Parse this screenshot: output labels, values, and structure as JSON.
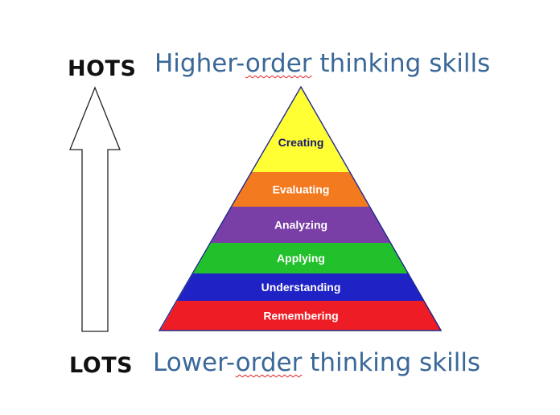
{
  "top_label": "HOTS",
  "bottom_label": "LOTS",
  "top_heading": {
    "first": "Higher-",
    "underlined": "order",
    "rest": " thinking skills"
  },
  "bottom_heading": {
    "first": "Lower-",
    "underlined": "order",
    "rest": " thinking skills"
  },
  "pyramid_levels": [
    {
      "label": "Creating",
      "color": "#ffff33",
      "text_color": "#1a1a6e"
    },
    {
      "label": "Evaluating",
      "color": "#f47a20",
      "text_color": "#ffffff"
    },
    {
      "label": "Analyzing",
      "color": "#7a3fa6",
      "text_color": "#ffffff"
    },
    {
      "label": "Applying",
      "color": "#22c02a",
      "text_color": "#ffffff"
    },
    {
      "label": "Understanding",
      "color": "#1f22c4",
      "text_color": "#ffffff"
    },
    {
      "label": "Remembering",
      "color": "#ee1c25",
      "text_color": "#ffffff"
    }
  ],
  "colors": {
    "heading": "#3a6899",
    "pyramid_outline": "#1f2a8c",
    "arrow_outline": "#222222"
  }
}
